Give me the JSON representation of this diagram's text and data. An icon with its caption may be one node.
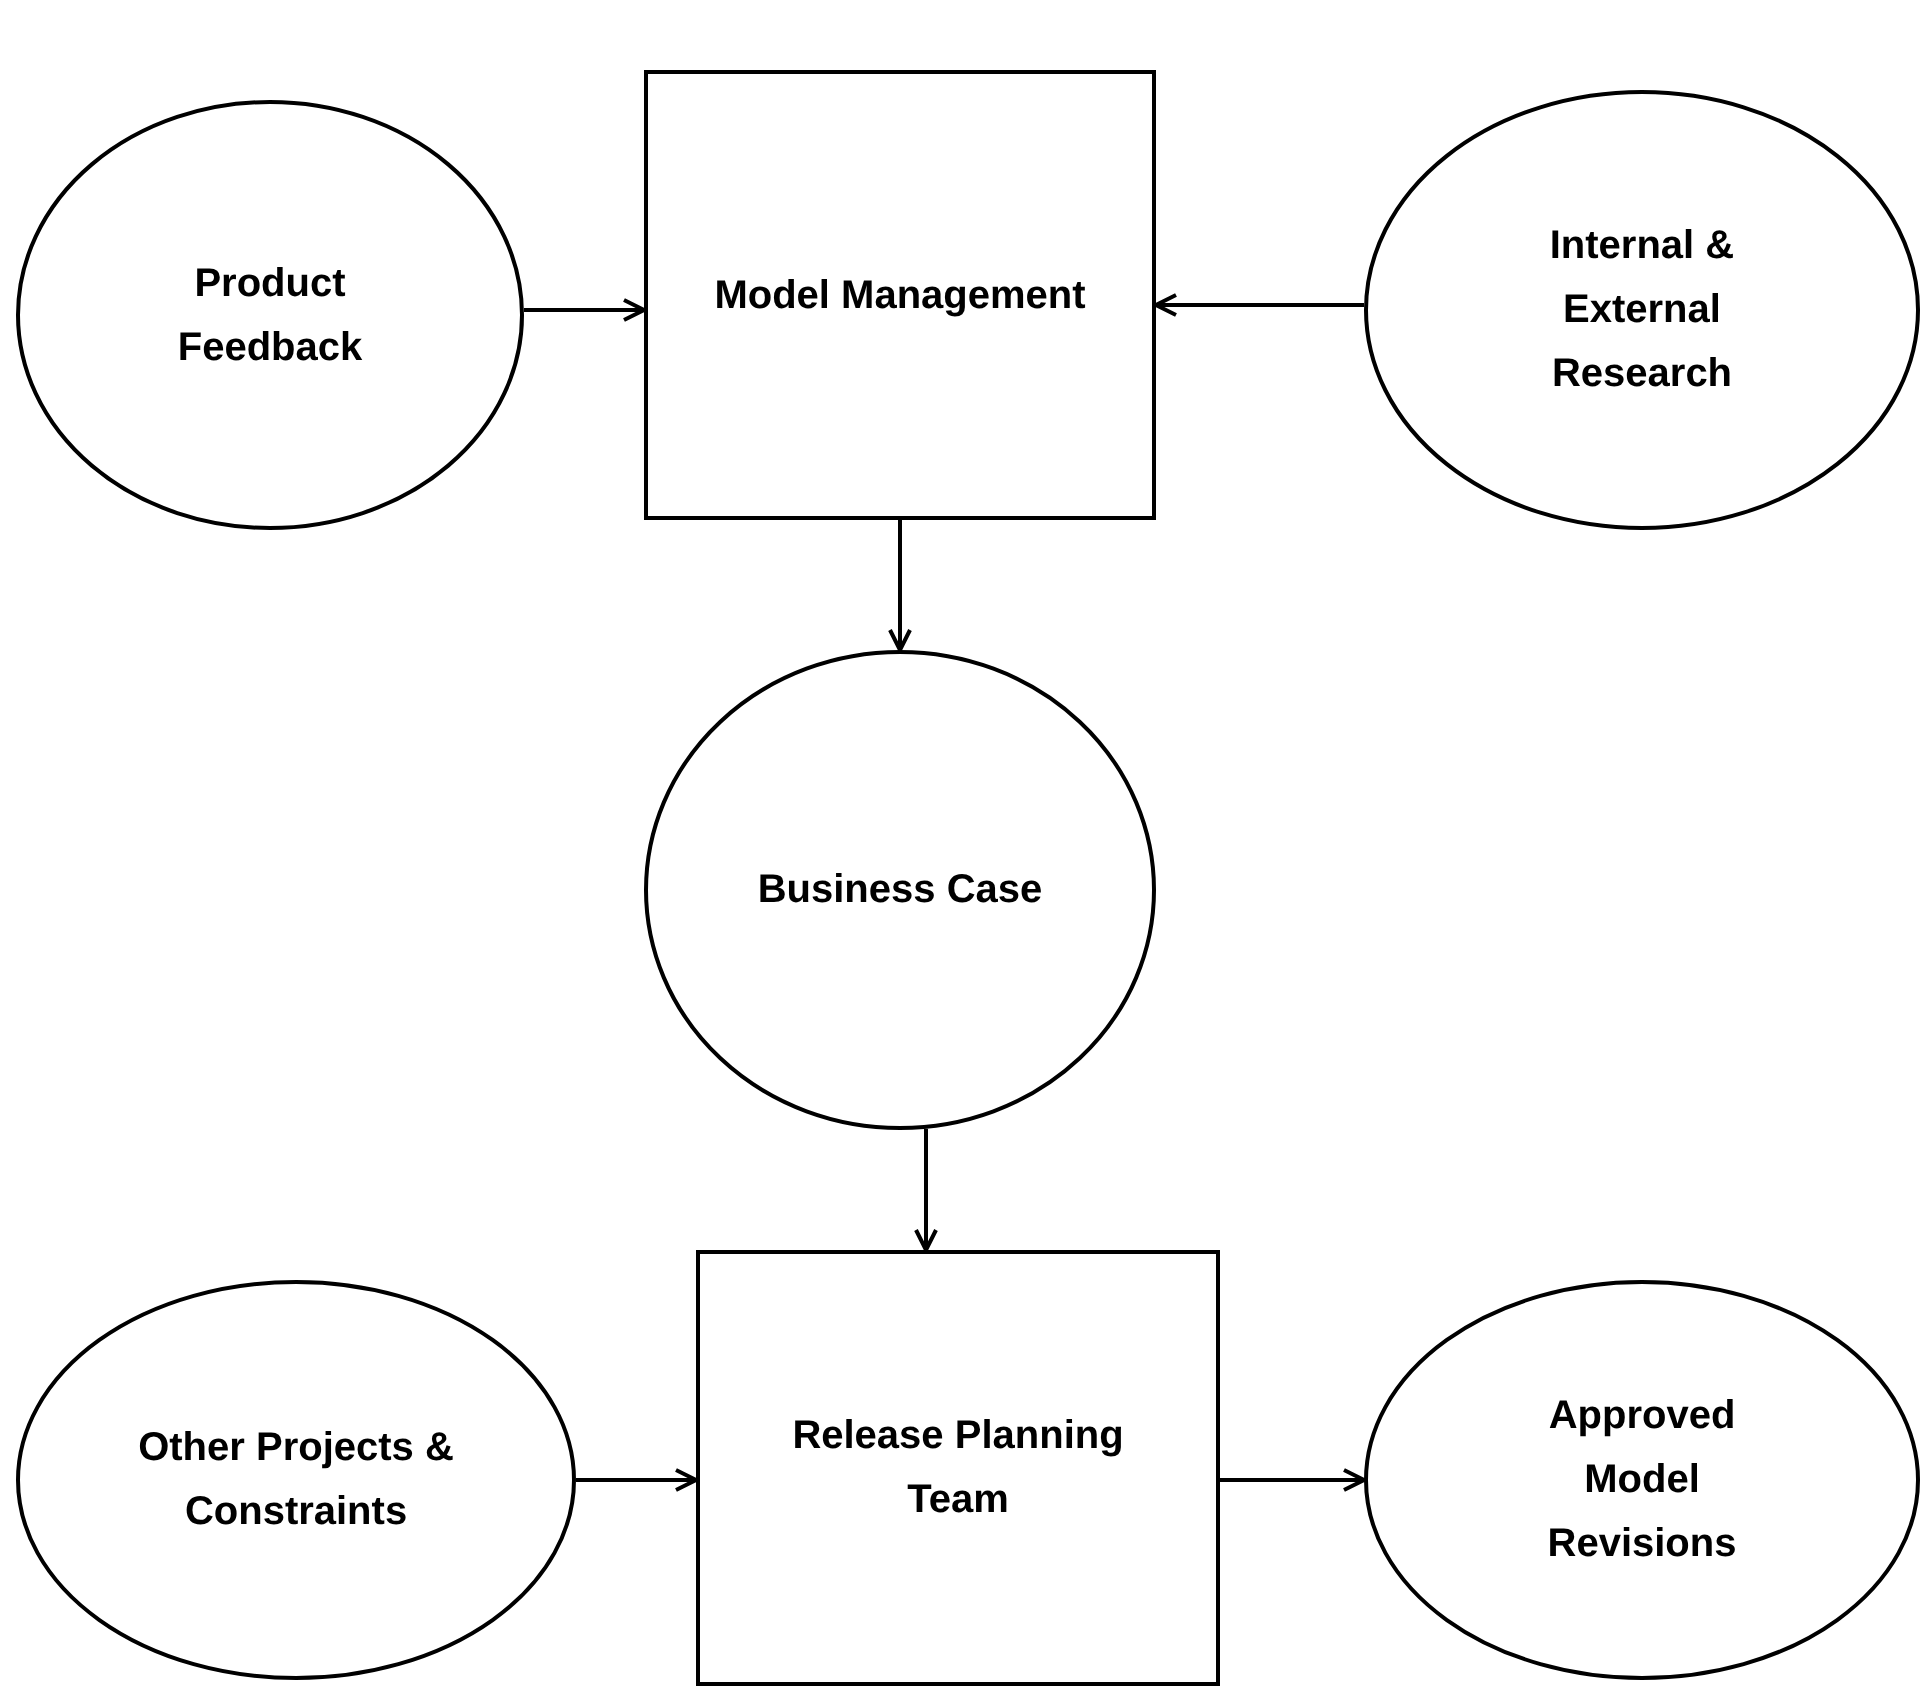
{
  "diagram": {
    "nodes": [
      {
        "text": [
          "Product Feedback"
        ]
      },
      {
        "text": [
          "Model Management"
        ]
      },
      {
        "text": [
          "Internal & External Research"
        ]
      },
      {
        "text": [
          "Business Case"
        ]
      },
      {
        "text": [
          "Other Projects & Constraints"
        ]
      },
      {
        "text": [
          "Release Planning Team"
        ]
      },
      {
        "text": [
          "Approved Model Revisions"
        ]
      }
    ],
    "edges": [
      {
        "from": 0,
        "to": 1,
        "arrow": "to"
      },
      {
        "from": 2,
        "to": 1,
        "arrow": "to"
      },
      {
        "from": 1,
        "to": 3,
        "arrow": "to"
      },
      {
        "from": 3,
        "to": 5,
        "arrow": "to"
      },
      {
        "from": 4,
        "to": 5,
        "arrow": "to"
      },
      {
        "from": 5,
        "to": 6,
        "arrow": "to"
      }
    ]
  }
}
